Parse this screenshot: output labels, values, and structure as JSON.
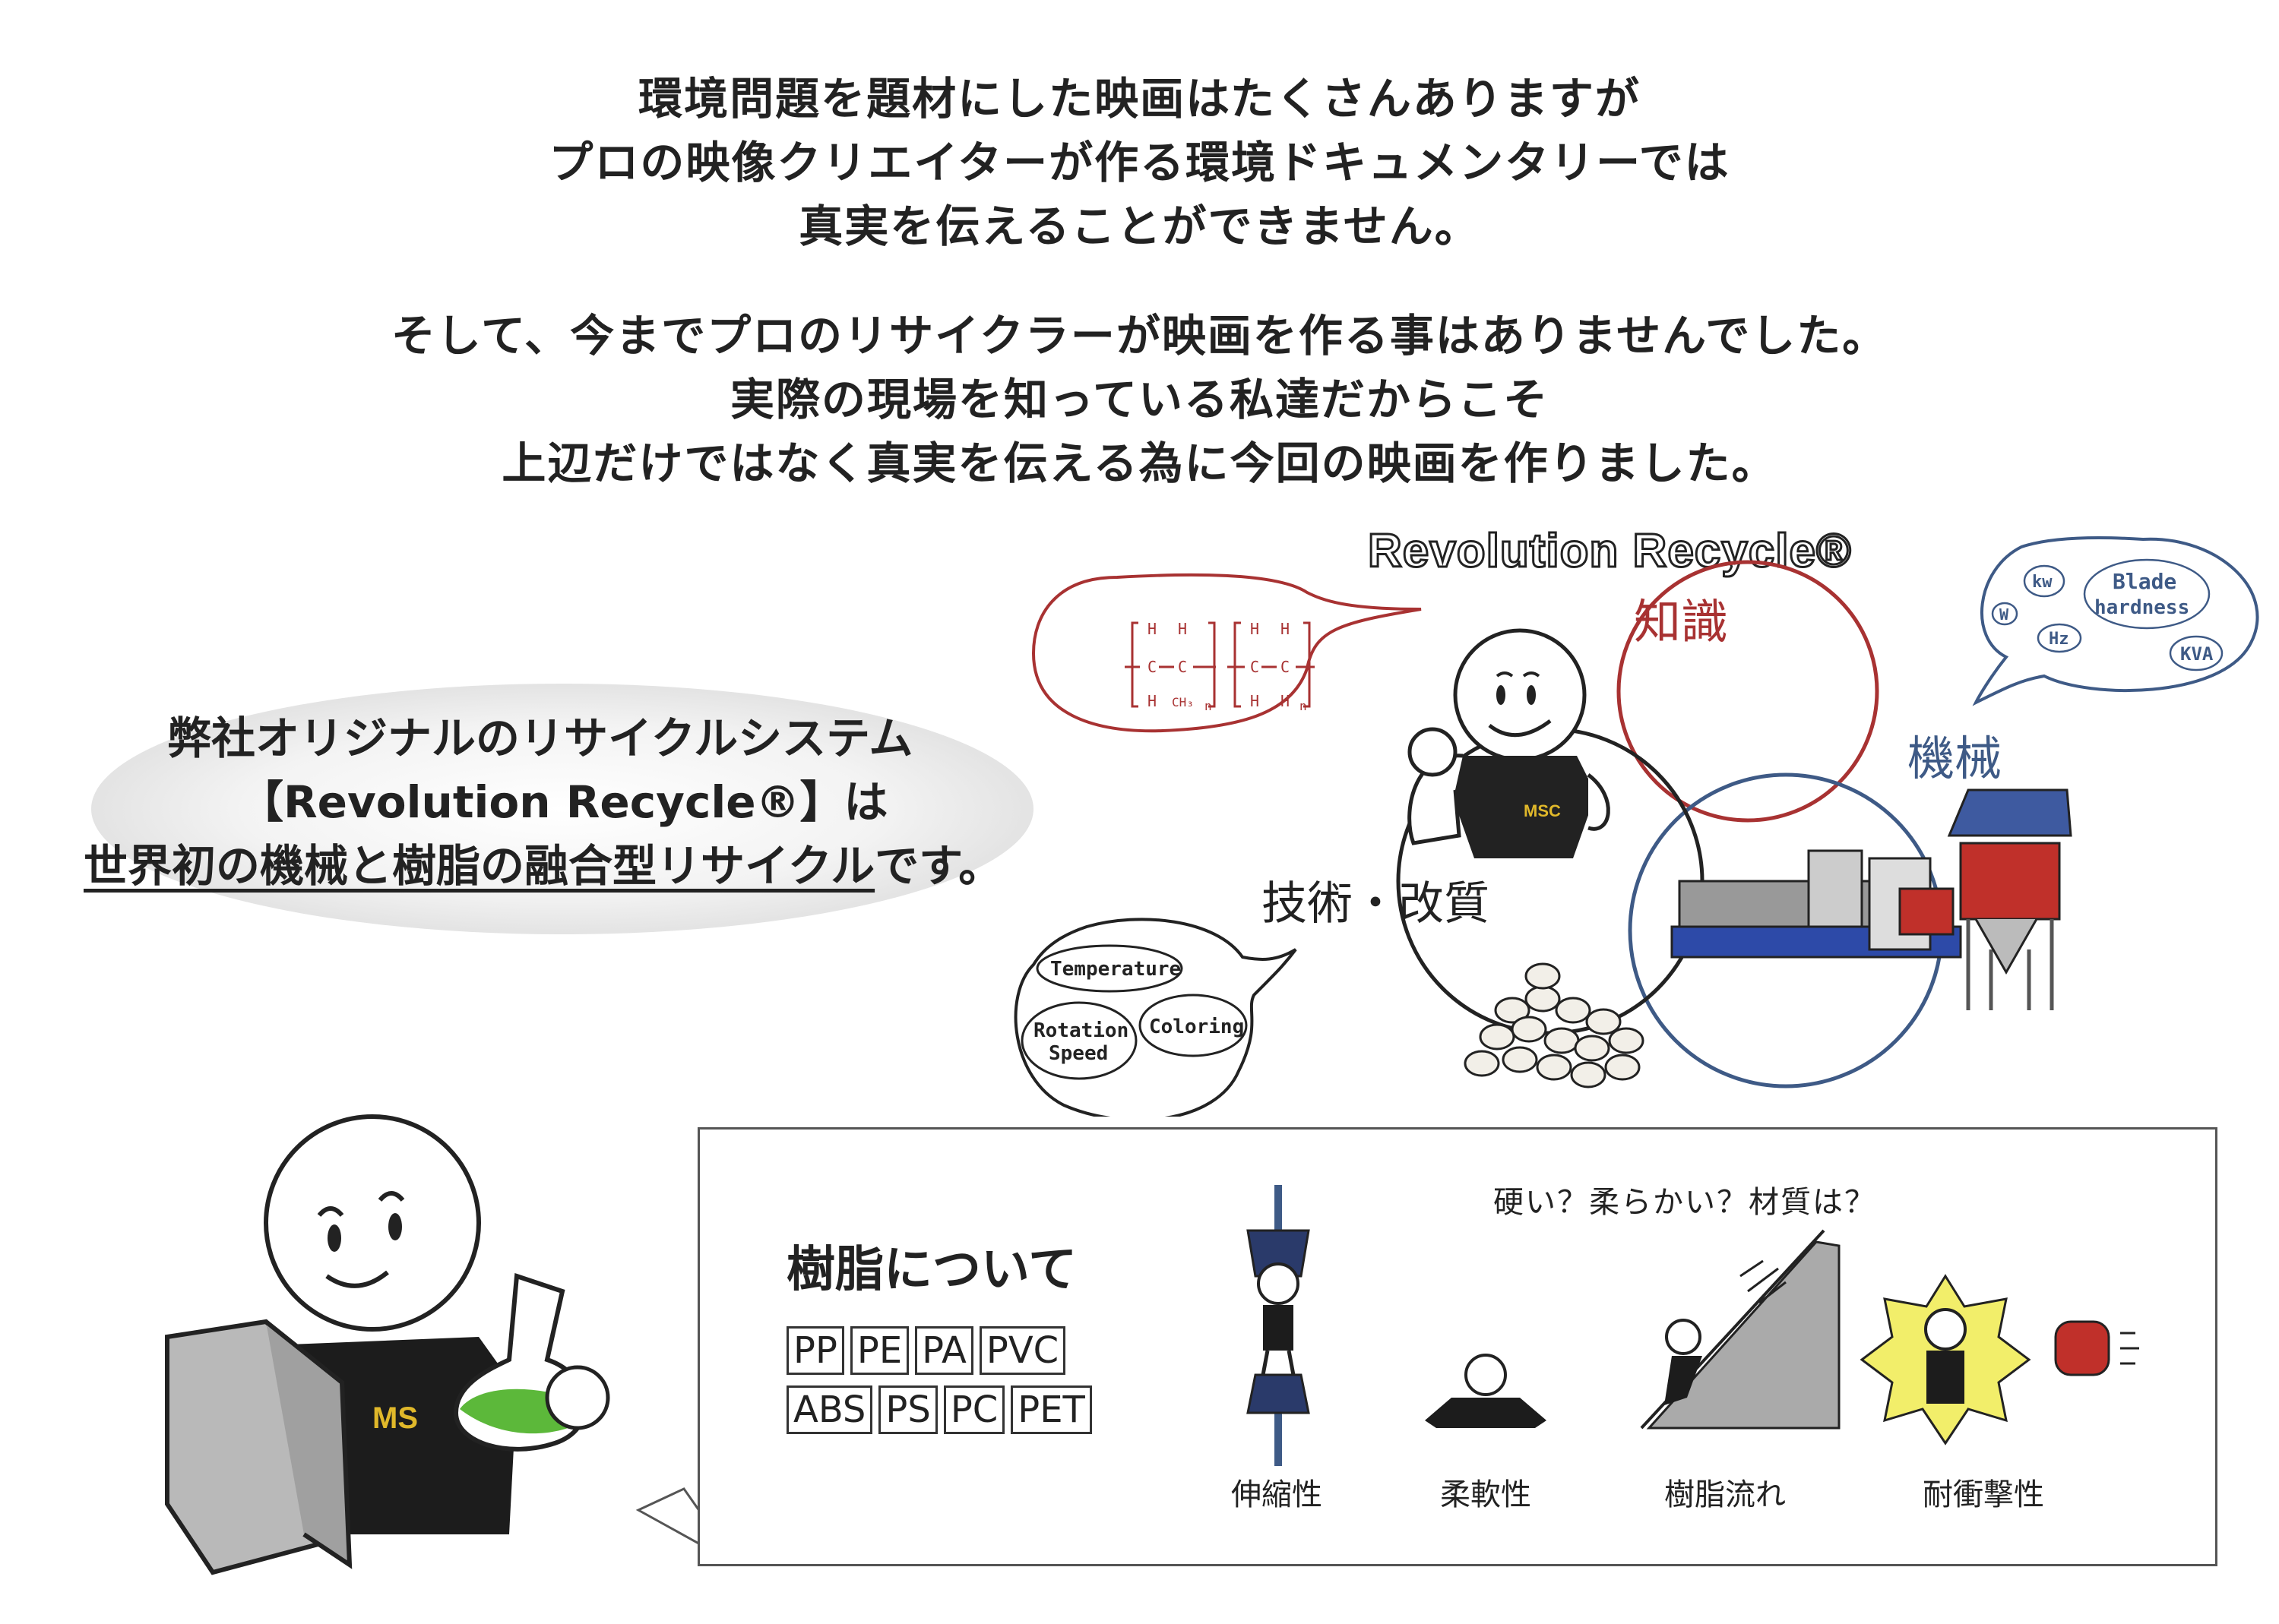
{
  "intro1": [
    "環境問題を題材にした映画はたくさんありますが",
    "プロの映像クリエイターが作る環境ドキュメンタリーでは",
    "真実を伝えることができません。"
  ],
  "intro2": [
    "そして、今までプロのリサイクラーが映画を作る事はありませんでした。",
    "実際の現場を知っている私達だからこそ",
    "上辺だけではなく真実を伝える為に今回の映画を作りました。"
  ],
  "tagline": {
    "line1": "弊社オリジナルのリサイクルシステム",
    "line2": "【Revolution Recycle®】は",
    "line3_underlined": "世界初の機械と樹脂の融合型リサイクル",
    "line3_tail": "です。"
  },
  "diagram": {
    "title": "Revolution Recycle®",
    "circle_knowledge": "知識",
    "circle_machine": "機械",
    "circle_technique": "技術・改質",
    "shirt_logo": "MSC",
    "bubble_machine": [
      "kw",
      "Blade",
      "hardness",
      "W",
      "Hz",
      "KVA"
    ],
    "bubble_technique": [
      "Temperature",
      "Rotation",
      "Speed",
      "Coloring"
    ],
    "formula": {
      "h": "H",
      "c": "C",
      "ch3": "CH₃",
      "n": "n"
    }
  },
  "resin": {
    "title": "樹脂について",
    "question": "硬い？柔らかい？材質は？",
    "tags": [
      "PP",
      "PE",
      "PA",
      "PVC",
      "ABS",
      "PS",
      "PC",
      "PET"
    ],
    "properties": [
      "伸縮性",
      "柔軟性",
      "樹脂流れ",
      "耐衝撃性"
    ]
  },
  "mascot_logo": "MS",
  "colors": {
    "knowledge_red": "#a83232",
    "machine_blue": "#3e5a86",
    "text": "#222222",
    "machine_frame": "#2d4aa8",
    "shredder_red": "#c0302a"
  }
}
